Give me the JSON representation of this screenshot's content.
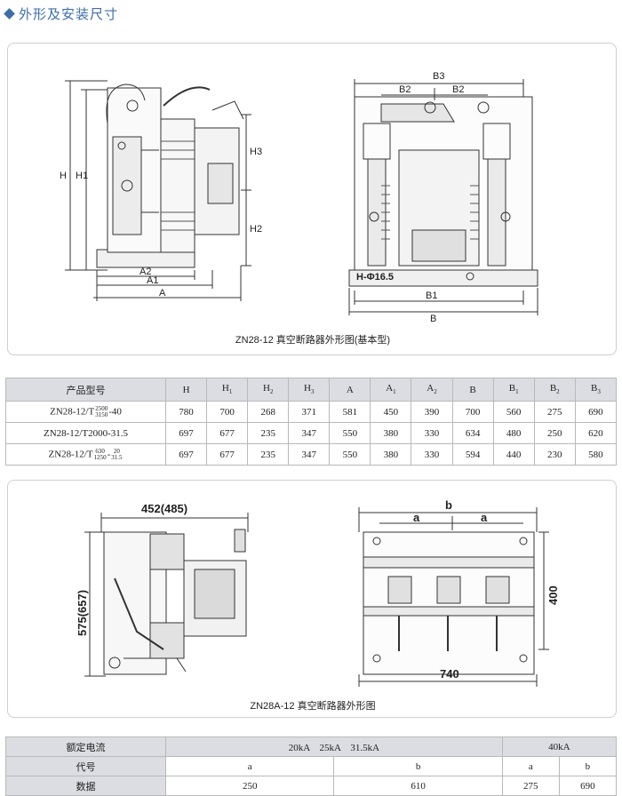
{
  "section": {
    "title": "外形及安装尺寸"
  },
  "figure1": {
    "caption": "ZN28-12 真空断路器外形图(基本型)",
    "left_labels": {
      "H": "H",
      "H1": "H1",
      "H2": "H2",
      "H3": "H3",
      "A": "A",
      "A1": "A1",
      "A2": "A2"
    },
    "right_labels": {
      "B3": "B3",
      "B2a": "B2",
      "B2b": "B2",
      "B1": "B1",
      "B": "B",
      "hole": "H-Φ16.5"
    }
  },
  "table1": {
    "headers": [
      "产品型号",
      "H",
      "H1",
      "H2",
      "H3",
      "A",
      "A1",
      "A2",
      "B",
      "B1",
      "B2",
      "B3"
    ],
    "rows": [
      {
        "model_prefix": "ZN28-12/T",
        "model_top": "2500",
        "model_bottom": "3150",
        "model_suffix": "-40",
        "values": [
          "780",
          "700",
          "268",
          "371",
          "581",
          "450",
          "390",
          "700",
          "560",
          "275",
          "690"
        ]
      },
      {
        "model_prefix": "ZN28-12/T2000-31.5",
        "model_top": "",
        "model_bottom": "",
        "model_suffix": "",
        "values": [
          "697",
          "677",
          "235",
          "347",
          "550",
          "380",
          "330",
          "634",
          "480",
          "250",
          "620"
        ]
      },
      {
        "model_prefix": "ZN28-12/T",
        "model_top": "630",
        "model_bottom": "1250",
        "model_suffix": "-",
        "model_top2": "20",
        "model_bottom2": "31.5",
        "values": [
          "697",
          "677",
          "235",
          "347",
          "550",
          "380",
          "330",
          "594",
          "440",
          "230",
          "580"
        ]
      }
    ]
  },
  "figure2": {
    "caption": "ZN28A-12 真空断路器外形图",
    "dim_top": "452(485)",
    "dim_side": "575(657)",
    "dim_b": "b",
    "dim_a1": "a",
    "dim_a2": "a",
    "dim_400": "400",
    "dim_740": "740"
  },
  "table2": {
    "row1": {
      "label": "额定电流",
      "group1": "20kA　25kA　31.5kA",
      "group2": "40kA"
    },
    "row2": {
      "label": "代号",
      "c1": "a",
      "c2": "b",
      "c3": "a",
      "c4": "b"
    },
    "row3": {
      "label": "数据",
      "c1": "250",
      "c2": "610",
      "c3": "275",
      "c4": "690"
    }
  }
}
